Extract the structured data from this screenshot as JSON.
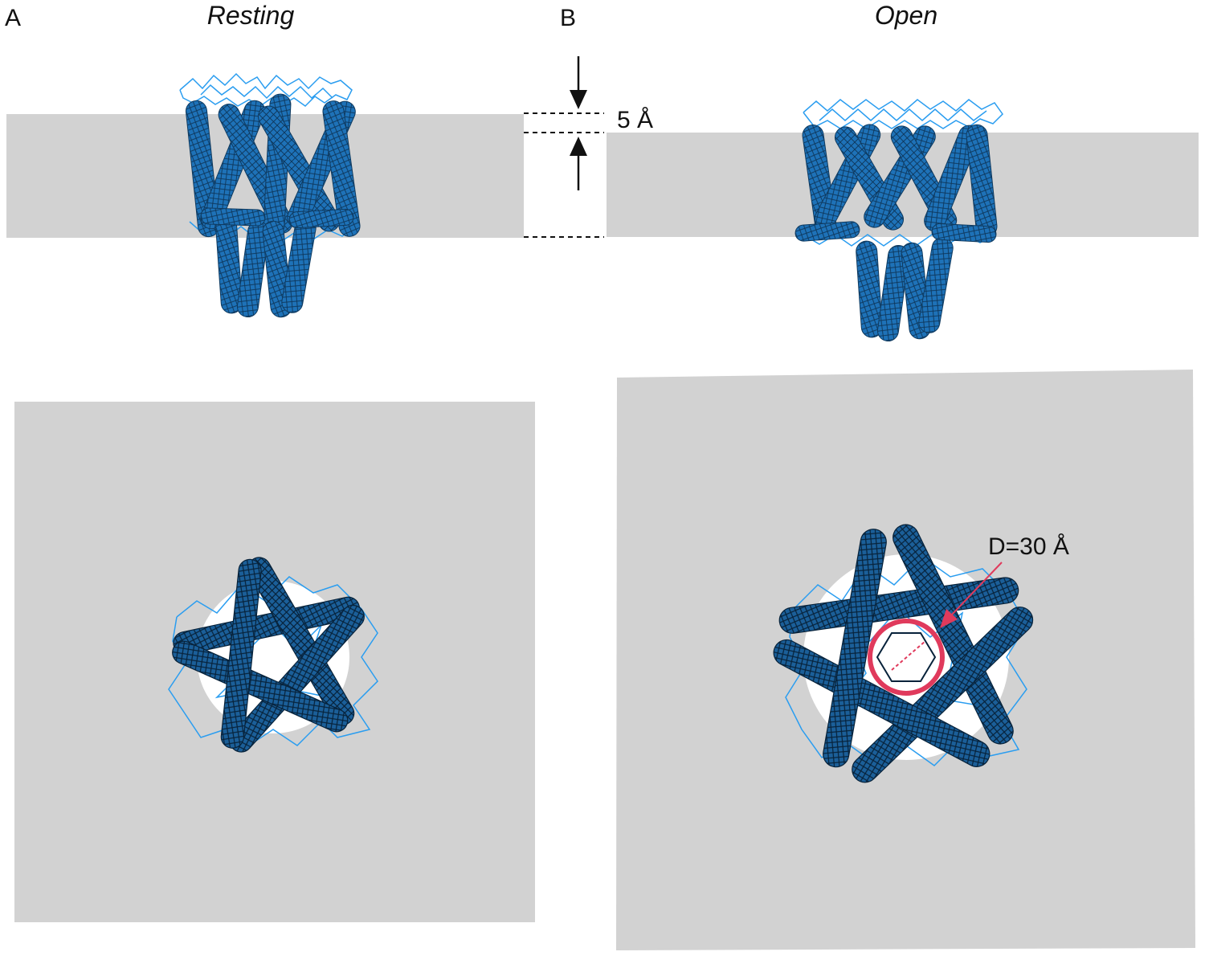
{
  "figure": {
    "panel_a": {
      "letter": "A",
      "title": "Resting"
    },
    "panel_b": {
      "letter": "B",
      "title": "Open"
    },
    "thickness_label": "5 Å",
    "pore_label": "D=30 Å"
  },
  "colors": {
    "membrane": "#d2d2d2",
    "helix": "#1e72b8",
    "helix_dark": "#123f66",
    "loop": "#2a9df0",
    "pore_circle": "#e03a5c",
    "text": "#111111"
  },
  "icons": [
    "arrow-down-icon",
    "arrow-up-icon"
  ]
}
